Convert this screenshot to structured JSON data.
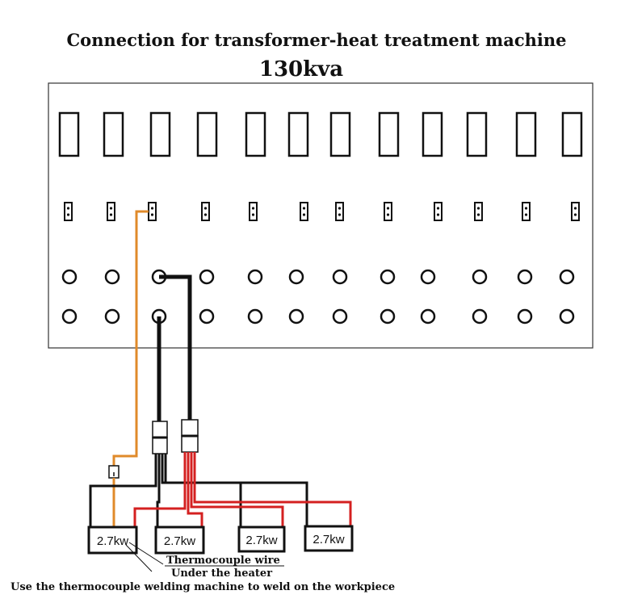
{
  "title": "Connection for transformer-heat treatment machine",
  "subtitle": "130kva",
  "heaters": [
    {
      "label": "2.7kw"
    },
    {
      "label": "2.7kw"
    },
    {
      "label": "2.7kw"
    },
    {
      "label": "2.7kw"
    }
  ],
  "annotations": {
    "thermocouple_wire": "Thermocouple wire",
    "under_heater": "Under the heater",
    "weld_note": "Use the thermocouple welding machine to weld on the workpiece"
  },
  "colors": {
    "panel_outline": "#333333",
    "power_wire": "#111111",
    "thermocouple_wire": "#e08a2a",
    "return_wire": "#d42020"
  },
  "panel": {
    "channels": 12
  }
}
